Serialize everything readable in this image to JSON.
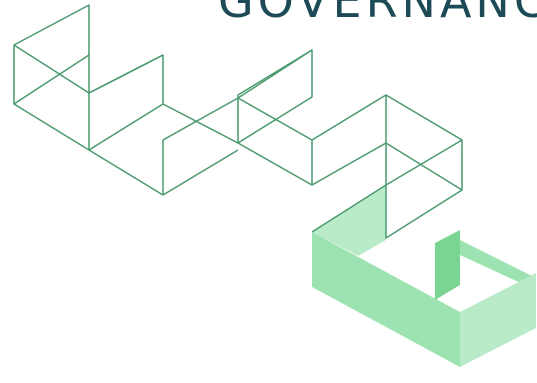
{
  "headline": {
    "text": "GOVERNANCE",
    "color": "#1d4a57"
  },
  "illustration": {
    "outline_icon": "isometric-wireframe-cubes",
    "solid_icon": "isometric-solid-green-blocks",
    "outline_color": "#4a9a6e",
    "fill_light": "#b9ebc8",
    "fill_mid": "#9de3b1",
    "fill_dark": "#7ad492"
  }
}
